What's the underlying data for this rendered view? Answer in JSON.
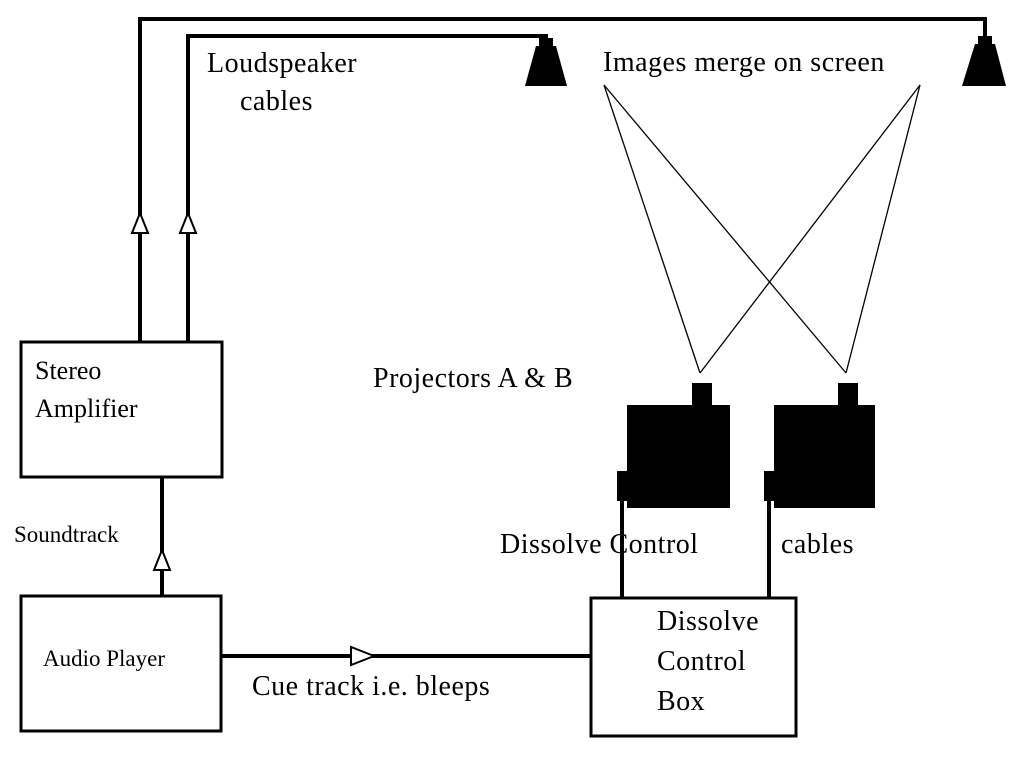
{
  "labels": {
    "loudspeaker_1": "Loudspeaker",
    "loudspeaker_2": "cables",
    "images_merge": "Images  merge  on  screen",
    "projectors": "Projectors  A  &  B",
    "stereo_1": "Stereo",
    "stereo_2": "Amplifier",
    "soundtrack": "Soundtrack",
    "audio_player": "Audio Player",
    "cue_track": "Cue  track  i.e.  bleeps",
    "dissolve_control": "Dissolve  Control",
    "cables": "cables",
    "dcb_1": "Dissolve",
    "dcb_2": "Control",
    "dcb_3": "Box"
  },
  "colors": {
    "ink": "#000000",
    "paper": "#ffffff"
  }
}
